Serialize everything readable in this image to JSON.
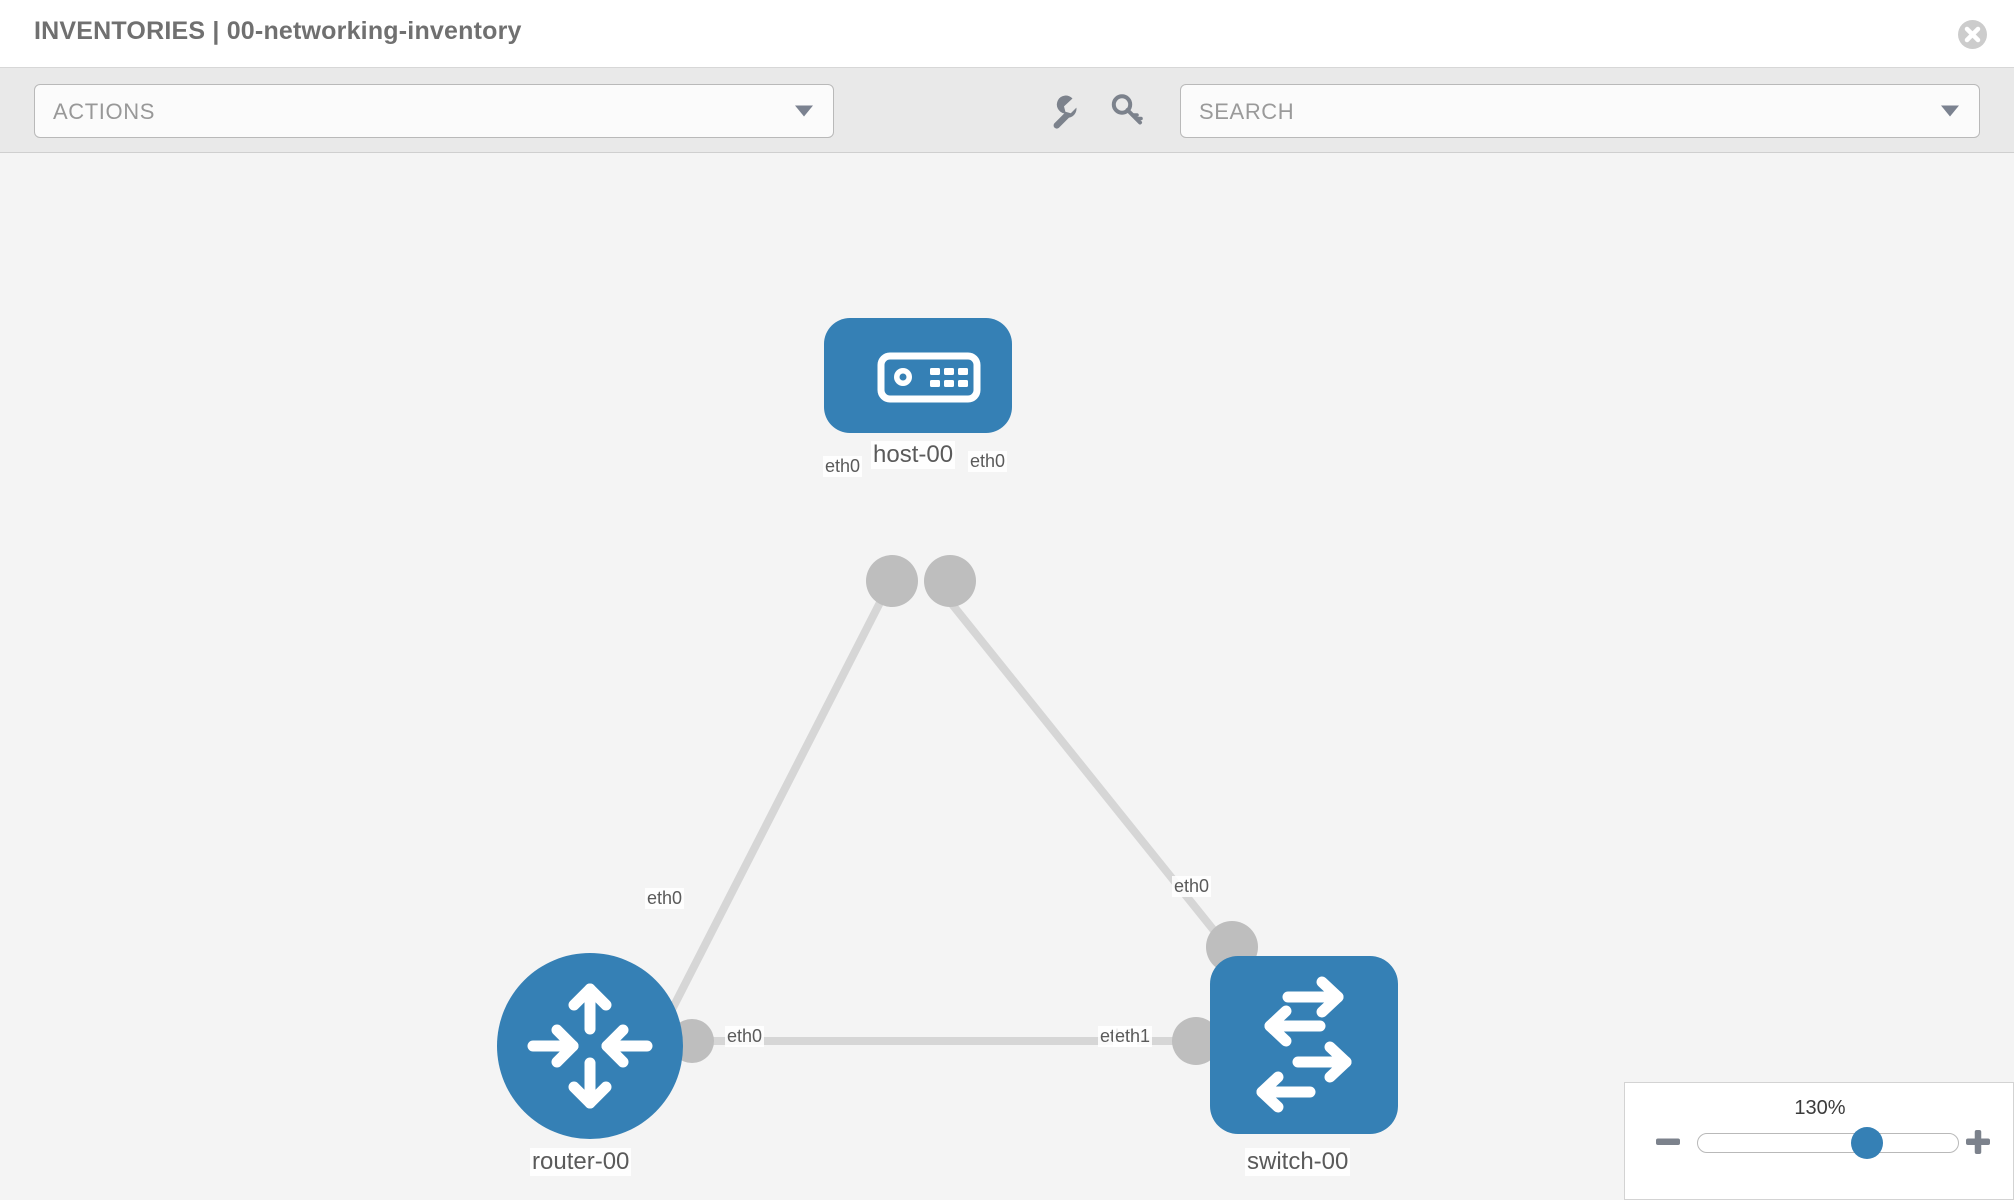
{
  "header": {
    "title": "INVENTORIES | 00-networking-inventory",
    "close_icon": "close-circle-icon"
  },
  "toolbar": {
    "actions_label": "ACTIONS",
    "actions_caret_icon": "chevron-down-icon",
    "wrench_icon": "wrench-icon",
    "key_icon": "key-icon",
    "search_placeholder": "SEARCH",
    "search_caret_icon": "chevron-down-icon"
  },
  "topology": {
    "nodes": [
      {
        "id": "host-00",
        "label": "host-00",
        "icon": "server-icon",
        "shape": "rounded-rect",
        "color": "#3580b5"
      },
      {
        "id": "router-00",
        "label": "router-00",
        "icon": "router-arrows-icon",
        "shape": "circle",
        "color": "#3580b5"
      },
      {
        "id": "switch-00",
        "label": "switch-00",
        "icon": "switch-arrows-icon",
        "shape": "rounded-square",
        "color": "#3580b5"
      }
    ],
    "links": [
      {
        "from": "router-00",
        "to": "host-00",
        "from_label": "eth0",
        "to_label": "eth0"
      },
      {
        "from": "host-00",
        "to": "switch-00",
        "from_label": "eth0",
        "to_label": "eth0"
      },
      {
        "from": "router-00",
        "to": "switch-00",
        "from_label": "eth0",
        "to_label_under": "eth0",
        "to_label": "eth1"
      }
    ],
    "edge_labels": {
      "host_left": "eth0",
      "host_right": "eth0",
      "router_up": "eth0",
      "switch_up": "eth0",
      "router_right": "eth0",
      "switch_left_under": "eth0",
      "switch_left": "eth1"
    },
    "link_color": "#d6d6d6",
    "connector_color": "#bebebe"
  },
  "zoom_control": {
    "value": "130%",
    "minus_icon": "minus-icon",
    "plus_icon": "plus-icon",
    "slider_percent": 67
  }
}
